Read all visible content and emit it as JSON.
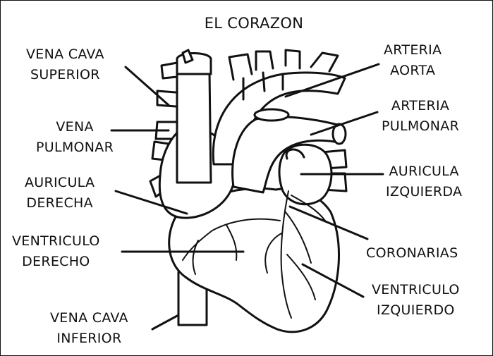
{
  "title": "EL CORAZON",
  "labels": {
    "vena_cava_superior": [
      "VENA CAVA",
      "SUPERIOR"
    ],
    "vena_pulmonar": [
      "VENA",
      "PULMONAR"
    ],
    "auricula_derecha": [
      "AURICULA",
      "DERECHA"
    ],
    "ventriculo_derecho": [
      "VENTRICULO",
      "DERECHO"
    ],
    "vena_cava_inferior": [
      "VENA CAVA",
      "INFERIOR"
    ],
    "arteria_aorta": [
      "ARTERIA",
      "AORTA"
    ],
    "arteria_pulmonar": [
      "ARTERIA",
      "PULMONAR"
    ],
    "auricula_izquierda": [
      "AURICULA",
      "IZQUIERDA"
    ],
    "coronarias": "CORONARIAS",
    "ventriculo_izquierdo": [
      "VENTRICULO",
      "IZQUIERDO"
    ]
  }
}
